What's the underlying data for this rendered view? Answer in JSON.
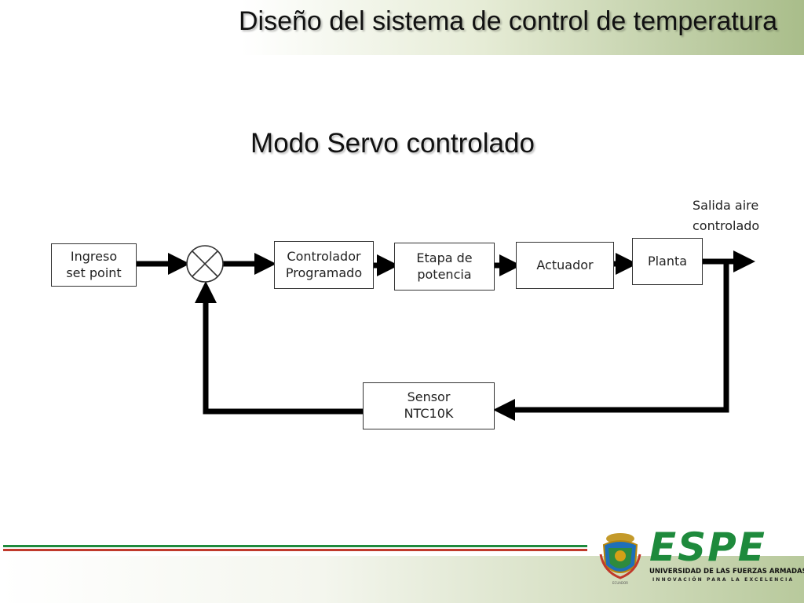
{
  "header": {
    "title": "Diseño del sistema de control de temperatura"
  },
  "slide": {
    "subtitle": "Modo Servo controlado"
  },
  "diagram": {
    "blocks": {
      "ingreso": [
        "Ingreso",
        "set point"
      ],
      "controlador": [
        "Controlador",
        "Programado"
      ],
      "etapa": [
        "Etapa de",
        "potencia"
      ],
      "actuador": [
        "Actuador"
      ],
      "planta": [
        "Planta"
      ],
      "sensor": [
        "Sensor",
        "NTC10K"
      ]
    },
    "output_label": [
      "Salida aire",
      "controlado"
    ],
    "summing_junction_icon": "circle-x-icon"
  },
  "footer": {
    "logo": {
      "brand": "ESPE",
      "university": "UNIVERSIDAD DE LAS FUERZAS ARMADAS",
      "tagline": "INNOVACIÓN PARA LA EXCELENCIA",
      "crest_caption": "ECUADOR",
      "crest_icon": "university-crest-icon"
    },
    "stripe_colors": [
      "#1e8a3c",
      "#c0392b"
    ]
  },
  "colors": {
    "arrow": "#000000",
    "brand_green": "#1e8a3c"
  }
}
